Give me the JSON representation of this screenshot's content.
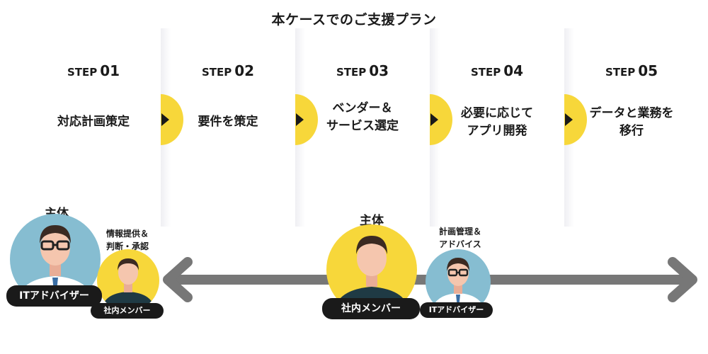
{
  "title": "本ケースでのご支援プラン",
  "steps": [
    {
      "prefix": "STEP",
      "num": "01",
      "lines": [
        "対応計画策定"
      ]
    },
    {
      "prefix": "STEP",
      "num": "02",
      "lines": [
        "要件を策定"
      ]
    },
    {
      "prefix": "STEP",
      "num": "03",
      "lines": [
        "ベンダー＆",
        "サービス選定"
      ]
    },
    {
      "prefix": "STEP",
      "num": "04",
      "lines": [
        "必要に応じて",
        "アプリ開発"
      ]
    },
    {
      "prefix": "STEP",
      "num": "05",
      "lines": [
        "データと業務を",
        "移行"
      ]
    }
  ],
  "left_group": {
    "main_label": "主体",
    "main_role": "ITアドバイザー",
    "sub_label_line1": "情報提供＆",
    "sub_label_line2": "判断・承認",
    "sub_role": "社内メンバー"
  },
  "right_group": {
    "main_label": "主体",
    "main_role": "社内メンバー",
    "sub_label_line1": "計画管理＆",
    "sub_label_line2": "アドバイス",
    "sub_role": "ITアドバイザー"
  },
  "colors": {
    "yellow": "#f7d73a",
    "blue": "#86bdd1",
    "arrow": "#777777",
    "dark": "#1a1a1a"
  }
}
